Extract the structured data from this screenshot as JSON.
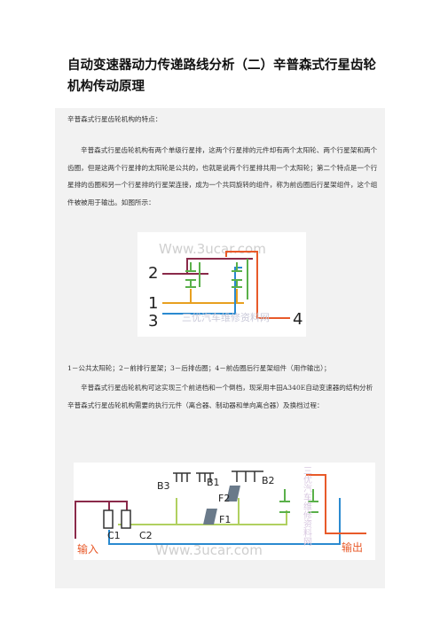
{
  "title": "自动变速器动力传递路线分析（二）辛普森式行星齿轮机构传动原理",
  "intro_heading": "辛普森式行星齿轮机构的特点：",
  "paragraph1": "辛普森式行星齿轮机构有两个单级行星排，这两个行星排的元件却有两个太阳轮、两个行星架和两个齿圈，但是这两个行星排的太阳轮是公共的，也就是说两个行星排共用一个太阳轮；第二个特点是一个行星排的齿圈和另一个行星排的行星架连接，成为一个共同旋转的组件，称为前齿圈后行星架组件，这个组件被被用于输出。如图所示：",
  "figure1": {
    "watermark_top": "Www.3ucar.com",
    "watermark_bottom": "三优汽车维修资料网",
    "label_2": "2",
    "label_1": "1",
    "label_3": "3",
    "label_4": "4",
    "colors": {
      "sun": "#e8a020",
      "front_carrier": "#8a2a4a",
      "rear_ring": "#2a8ad0",
      "output": "#e85a2a",
      "gear": "#5ab04a"
    }
  },
  "caption1": "1－公共太阳轮；2－前排行星架；3－后排齿圈；4－前齿圈后行星架组件（用作输出）；",
  "paragraph2": "辛普森式行星齿轮机构可这实现三个前进档和一个倒档，现采用丰田A340E自动变速器的结构分析辛普森式行星齿轮机构需要的执行元件（离合器、制动器和单向离合器）及换档过程：",
  "figure2": {
    "label_b3": "B3",
    "label_b1": "B1",
    "label_b2": "B2",
    "label_f1": "F1",
    "label_f2": "F2",
    "label_c1": "C1",
    "label_c2": "C2",
    "label_input": "输入",
    "label_output": "输出",
    "watermark": "Www.3ucar.com",
    "watermark_side": "三优汽车维修资料网"
  }
}
